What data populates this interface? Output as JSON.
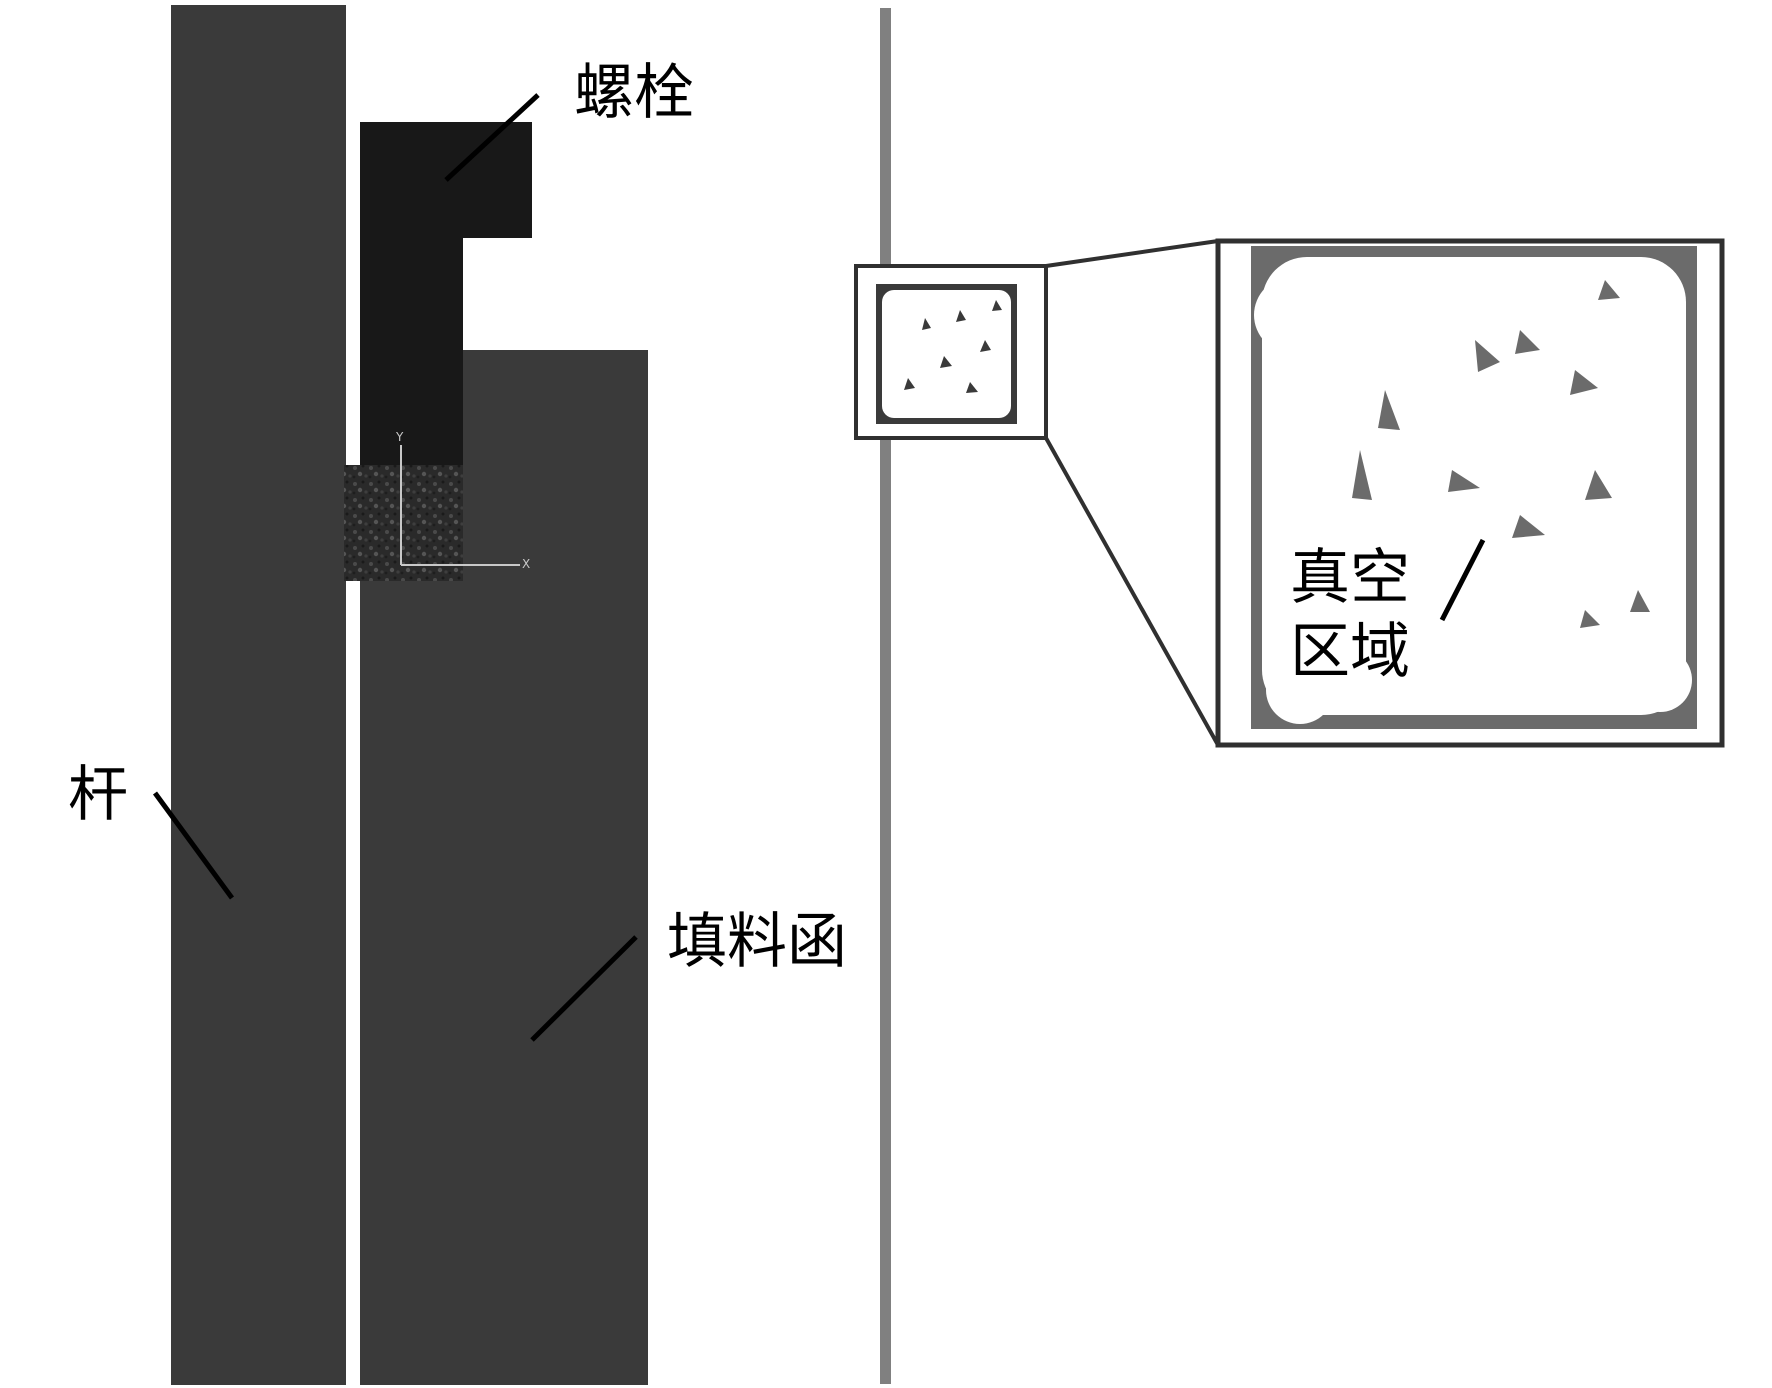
{
  "labels": {
    "bolt": "螺栓",
    "rod": "杆",
    "stuffing_box": "填料函",
    "vacuum_line1": "真空",
    "vacuum_line2": "区域"
  },
  "axes_marker": {
    "y": "Y",
    "x": "X"
  },
  "colors": {
    "rod": "#3a3a3a",
    "bolt": "#181818",
    "stuffing_box": "#3a3a3a",
    "packing": "#2a2a2a",
    "divider": "#808080",
    "frame": "#303030"
  }
}
